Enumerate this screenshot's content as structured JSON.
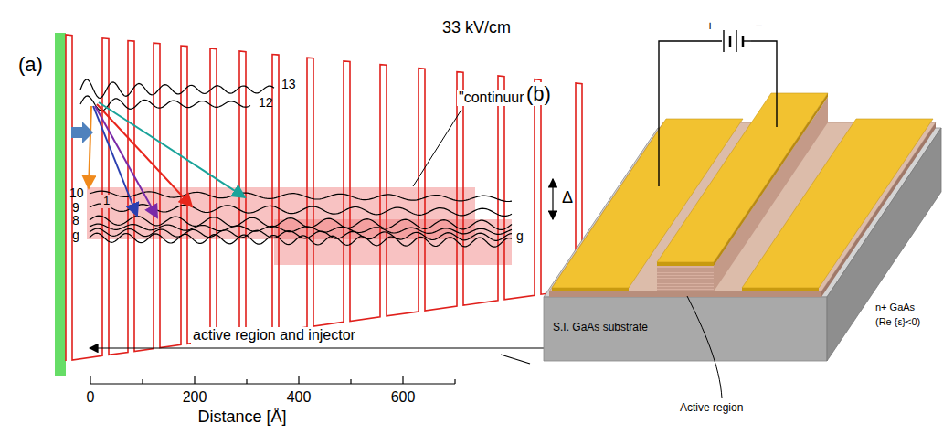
{
  "diagram": {
    "labels": [
      "(a)",
      "33 kV/cm",
      "13",
      "12",
      "1",
      "10",
      "9",
      "8",
      "g",
      "g",
      "\"continuum\"",
      "Δ",
      "active region and injector",
      "0",
      "200",
      "400",
      "600",
      "Distance [Å]",
      "(b)",
      "+",
      "−",
      "S.I. GaAs substrate",
      "n+ GaAs",
      "(Re {ε}<0)",
      "Active region"
    ]
  }
}
